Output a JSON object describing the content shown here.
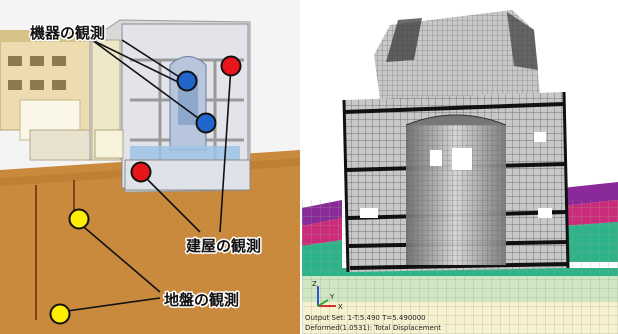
{
  "left_panel": {
    "labels": {
      "equipment": "機器の観測",
      "building": "建屋の観測",
      "ground": "地盤の観測"
    },
    "colors": {
      "equipment_sensor": "#2266cc",
      "building_sensor": "#e8151b",
      "ground_sensor": "#ffee00",
      "soil": "#c98a3e",
      "sky": "#f4f4f4"
    }
  },
  "right_panel": {
    "output_text": "Output Set: 1-T:5.490 T=5.490000",
    "deformed_text": "Deformed(1.0531): Total Displacement",
    "axis_labels": {
      "x": "X",
      "y": "Y",
      "z": "Z"
    },
    "colors": {
      "soil_top": "#8a2a9a",
      "soil_mid": "#cc2a7a",
      "soil_green": "#2db38a",
      "soil_lower": "#cfe7c4",
      "soil_bottom": "#f7f1d0",
      "mesh": "#5a5a5a",
      "building": "#c8c8c8"
    }
  }
}
